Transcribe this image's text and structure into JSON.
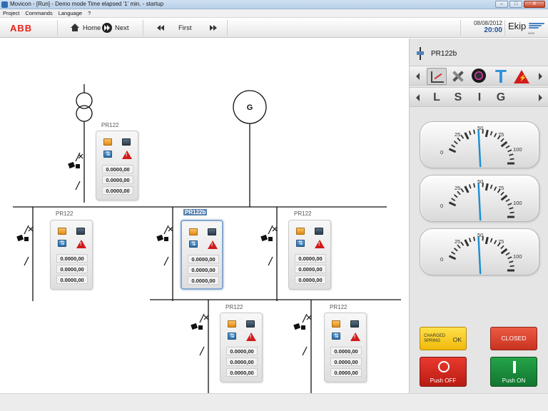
{
  "window": {
    "title": "Movicon - [Run] - Demo mode Time elapsed '1' min. - startup",
    "buttons": {
      "minimize": "–",
      "maximize": "□",
      "close": "X"
    }
  },
  "menu": [
    "Project",
    "Commands",
    "Language",
    "?"
  ],
  "toolbar": {
    "logo": "ABB",
    "home": "Home",
    "next": "Next",
    "first": "First",
    "date": "08/08/2012",
    "time": "20:00",
    "brand": "Ekip",
    "brand_sub": "view"
  },
  "diagram": {
    "generator": "G",
    "value_placeholder": "0.0000,00",
    "breakers": [
      {
        "label": "PR122",
        "values": [
          "0.0000,00",
          "0.0000,00",
          "0.0000,00"
        ]
      },
      {
        "label": "PR122",
        "values": [
          "0.0000,00",
          "0.0000,00",
          "0.0000,00"
        ]
      },
      {
        "label": "PR122b",
        "values": [
          "0.0000,00",
          "0.0000,00",
          "0.0000,00"
        ],
        "selected": true
      },
      {
        "label": "PR122",
        "values": [
          "0.0000,00",
          "0.0000,00",
          "0.0000,00"
        ]
      },
      {
        "label": "PR122",
        "values": [
          "0.0000,00",
          "0.0000,00",
          "0.0000,00"
        ]
      },
      {
        "label": "PR122",
        "values": [
          "0.0000,00",
          "0.0000,00",
          "0.0000,00"
        ]
      }
    ]
  },
  "panel": {
    "title": "PR122b",
    "tools": [
      "measures-chart-icon",
      "tools-icon",
      "color-wheel-icon",
      "text-icon",
      "alarm-icon"
    ],
    "tool_text": "T",
    "protections": [
      "L",
      "S",
      "I",
      "G"
    ],
    "gauges": [
      {
        "labels": [
          "0",
          "25",
          "50",
          "75",
          "100"
        ],
        "value": 40
      },
      {
        "labels": [
          "0",
          "25",
          "50",
          "75",
          "100"
        ],
        "value": 40
      },
      {
        "labels": [
          "0",
          "25",
          "50",
          "75",
          "100"
        ],
        "value": 40
      }
    ],
    "spring_line1": "CHARGED",
    "spring_line2": "SPRING",
    "spring_status": "OK",
    "breaker_state": "CLOSED",
    "push_off": "Push OFF",
    "push_on": "Push ON"
  },
  "colors": {
    "accent": "#e2231a",
    "selected": "#5b82ae",
    "off": "#c9271c",
    "on": "#168c3c",
    "warning": "#f4c21c"
  }
}
